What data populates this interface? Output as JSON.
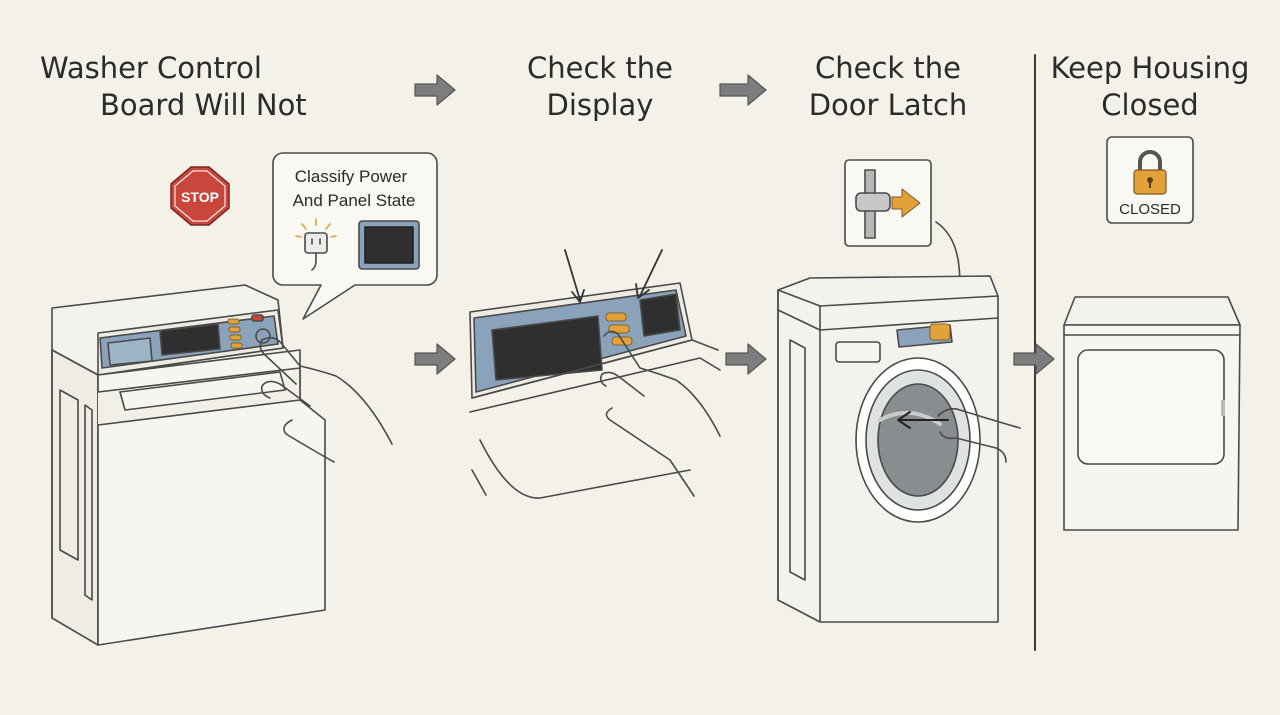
{
  "steps": [
    {
      "title_line1": "Washer Control",
      "title_line2": "Board Will Not"
    },
    {
      "title_line1": "Check the",
      "title_line2": "Display"
    },
    {
      "title_line1": "Check the",
      "title_line2": "Door Latch"
    },
    {
      "title_line1": "Keep Housing",
      "title_line2": "Closed"
    }
  ],
  "stop_sign": {
    "label": "STOP"
  },
  "callout": {
    "line1": "Classify Power",
    "line2": "And Panel State"
  },
  "lock_badge": {
    "label": "CLOSED"
  },
  "colors": {
    "background": "#f4f1e9",
    "panel_blue": "#8aa3bb",
    "accent_orange": "#e3a13a",
    "stop_red": "#c9463d",
    "line": "#4a4a4a"
  }
}
